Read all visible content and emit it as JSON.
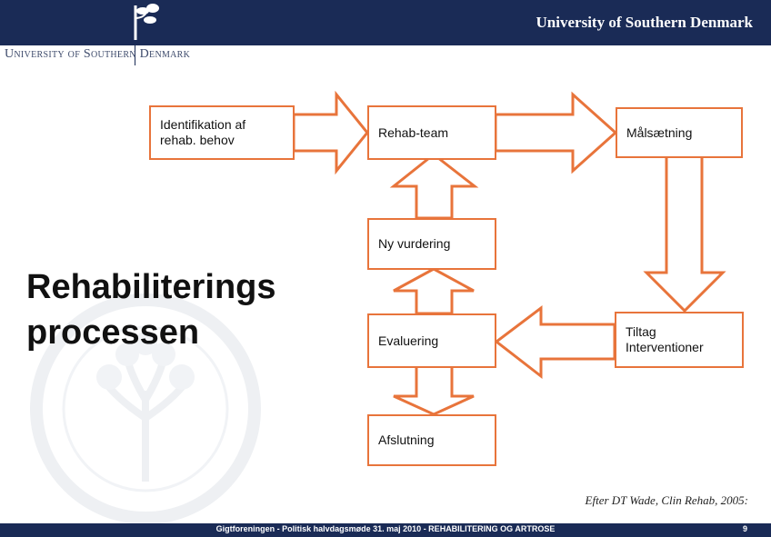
{
  "header": {
    "brand": "University of Southern Denmark",
    "sub_brand": "University of Southern Denmark"
  },
  "title": {
    "line1": "Rehabiliterings",
    "line2": "processen"
  },
  "diagram": {
    "nodes": {
      "identifikation": "Identifikation af rehab. behov",
      "rehab_team": "Rehab-team",
      "maalsaetning": "Målsætning",
      "ny_vurdering": "Ny vurdering",
      "evaluering": "Evaluering",
      "tiltag_line1": "Tiltag",
      "tiltag_line2": "Interventioner",
      "afslutning": "Afslutning"
    },
    "accent_color": "#e8743b"
  },
  "citation": "Efter DT Wade, Clin Rehab, 2005:",
  "footer": {
    "text": "Gigtforeningen - Politisk halvdagsmøde 31. maj 2010 - REHABILITERING OG ARTROSE",
    "page": "9"
  },
  "colors": {
    "navy": "#1a2b56",
    "orange": "#e8743b"
  }
}
